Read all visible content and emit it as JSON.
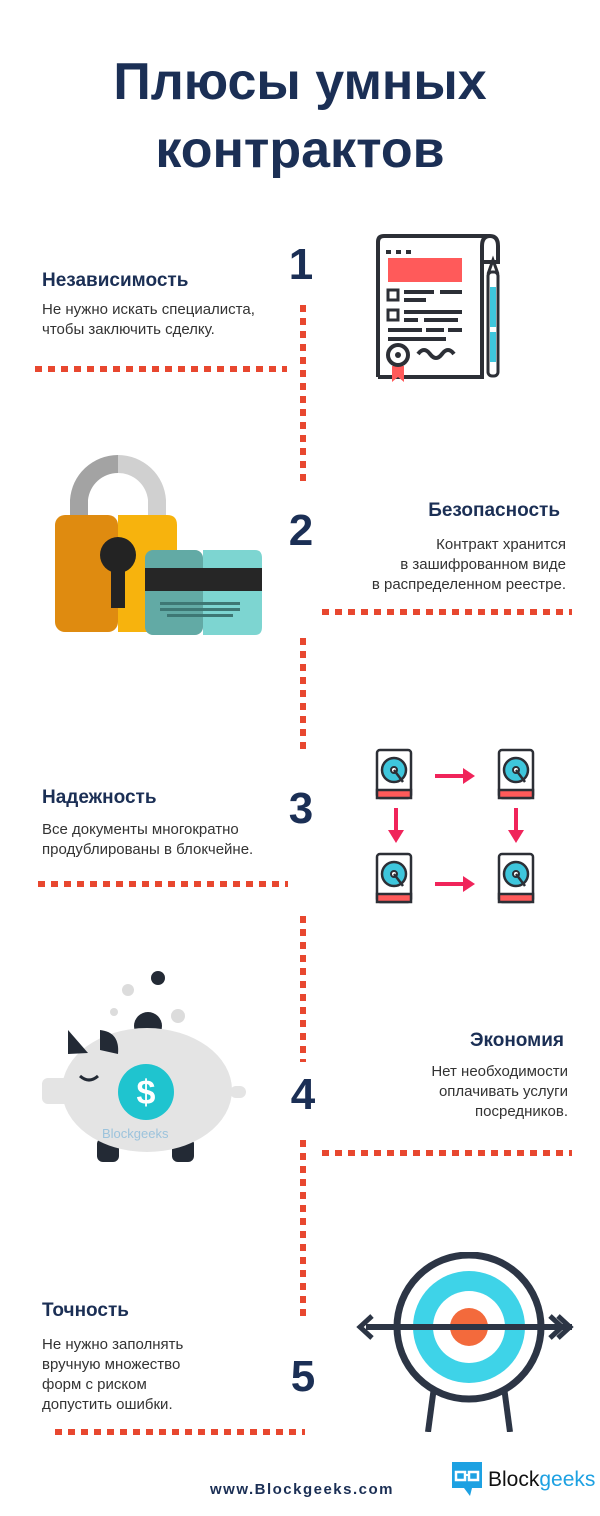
{
  "title": {
    "line1": "Плюсы умных",
    "line2": "контрактов"
  },
  "items": [
    {
      "number": "1",
      "heading": "Независимость",
      "lines": [
        "Не нужно искать специалиста,",
        "чтобы заключить сделку."
      ],
      "icon": "contract-document-icon"
    },
    {
      "number": "2",
      "heading": "Безопасность",
      "lines": [
        "Контракт хранится",
        "в зашифрованном виде",
        "в распределенном реестре."
      ],
      "icon": "padlock-card-icon"
    },
    {
      "number": "3",
      "heading": "Надежность",
      "lines": [
        "Все документы многократно",
        "продублированы в блокчейне."
      ],
      "icon": "hard-drives-replication-icon"
    },
    {
      "number": "4",
      "heading": "Экономия",
      "lines": [
        "Нет необходимости",
        "оплачивать услуги",
        "посредников."
      ],
      "icon": "piggy-bank-icon"
    },
    {
      "number": "5",
      "heading": "Точность",
      "lines": [
        "Не нужно заполнять",
        "вручную множество",
        "форм с риском",
        "допустить ошибки."
      ],
      "icon": "target-icon"
    }
  ],
  "piggy_watermark": "Blockgeeks",
  "footer": {
    "url": "www.Blockgeeks.com",
    "logo_black": "Block",
    "logo_blue": "geeks"
  },
  "colors": {
    "navy": "#1b2f55",
    "accent_red": "#e8472f",
    "cyan": "#3ec6dc"
  }
}
